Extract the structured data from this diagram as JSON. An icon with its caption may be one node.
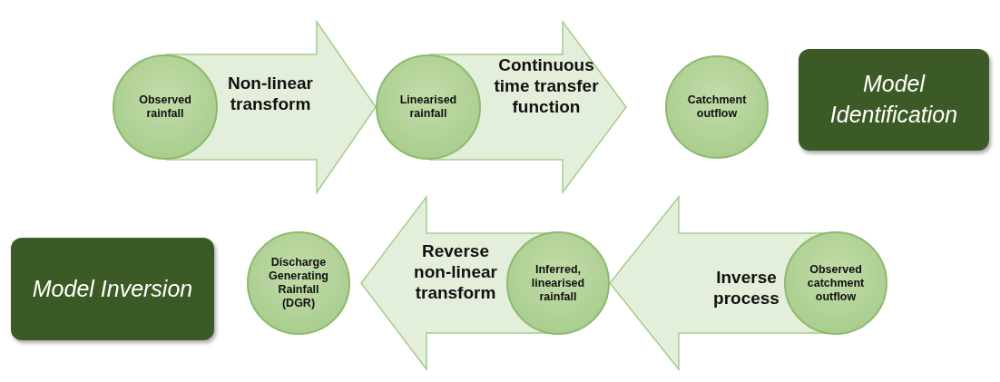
{
  "diagram": {
    "nodes": [
      {
        "text": [
          "Observed rainfall"
        ]
      },
      {
        "text": [
          "Linearised rainfall"
        ]
      },
      {
        "text": [
          "Catchment outflow"
        ]
      },
      {
        "text": [
          "Model Identification"
        ]
      },
      {
        "text": [
          "Model Inversion"
        ]
      },
      {
        "text": [
          "Discharge Generating Rainfall (DGR)"
        ]
      },
      {
        "text": [
          "Inferred, linearised rainfall"
        ]
      },
      {
        "text": [
          "Observed catchment outflow"
        ]
      }
    ],
    "edges": [
      {
        "from": 0,
        "to": 1,
        "arrow": "to",
        "label": "Non-linear transform"
      },
      {
        "from": 1,
        "to": 2,
        "arrow": "to",
        "label": "Continuous time transfer function"
      },
      {
        "from": 6,
        "to": 5,
        "arrow": "to",
        "label": "Reverse non-linear transform"
      },
      {
        "from": 7,
        "to": 6,
        "arrow": "to",
        "label": "Inverse process"
      }
    ]
  }
}
